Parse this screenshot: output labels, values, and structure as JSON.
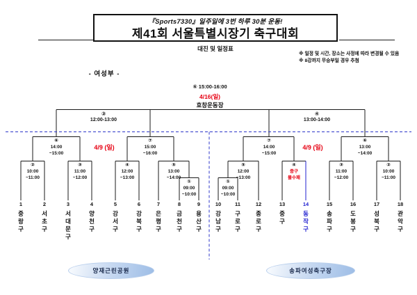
{
  "header": {
    "slogan": "『Sports7330』일주일에 3번 하루 30분 운동!",
    "title": "제41회 서울특별시장기 축구대회",
    "subtitle": "대진 및 일정표",
    "notes": [
      "※ 일정 및 시간, 장소는 사정에 따라 변경될 수 있음",
      "※ 8강까지 무승부일 경우 추첨"
    ],
    "division": "- 여성부 -"
  },
  "matches": {
    "final": {
      "id": "⑥",
      "time": "15:00-16:00",
      "date": "4/16(일)",
      "venue": "효창운동장"
    },
    "sf_left": {
      "id": "③",
      "time": "12:00-13:00"
    },
    "sf_right": {
      "id": "④",
      "time": "13:00-14:00"
    },
    "qf": [
      {
        "id": "⑥",
        "t1": "14:00",
        "t2": "~15:00"
      },
      {
        "id": "⑦",
        "t1": "15:00",
        "t2": "~16:00"
      },
      {
        "id": "⑦",
        "t1": "14:00",
        "t2": "~15:00"
      },
      {
        "id": "⑥",
        "t1": "13:00",
        "t2": "~14:00"
      }
    ],
    "r1": [
      {
        "id": "②",
        "t1": "10:00",
        "t2": "~11:00"
      },
      {
        "id": "③",
        "t1": "11:00",
        "t2": "~12:00"
      },
      {
        "id": "④",
        "t1": "12:00",
        "t2": "~13:00"
      },
      {
        "id": "⑤",
        "t1": "13:00",
        "t2": "~14:00"
      },
      {
        "id": "①",
        "t1": "09:00",
        "t2": "~10:00"
      },
      {
        "id": "⑤",
        "t1": "12:00",
        "t2": "~13:00"
      },
      {
        "id": "①",
        "t1": "09:00",
        "t2": "~10:00"
      },
      {
        "id": "④",
        "t1": "중구",
        "t2": "몰수패",
        "forfeit": true
      },
      {
        "id": "③",
        "t1": "11:00",
        "t2": "~12:00"
      },
      {
        "id": "②",
        "t1": "10:00",
        "t2": "~11:00"
      }
    ],
    "round_dates": {
      "left": "4/9 (일)",
      "right": "4/9 (일)"
    }
  },
  "teams": [
    {
      "no": "1",
      "name": "중랑구"
    },
    {
      "no": "2",
      "name": "서초구"
    },
    {
      "no": "3",
      "name": "서대문구"
    },
    {
      "no": "4",
      "name": "양천구"
    },
    {
      "no": "5",
      "name": "강서구"
    },
    {
      "no": "6",
      "name": "강북구"
    },
    {
      "no": "7",
      "name": "은평구"
    },
    {
      "no": "8",
      "name": "금천구"
    },
    {
      "no": "9",
      "name": "용산구"
    },
    {
      "no": "10",
      "name": "강남구"
    },
    {
      "no": "11",
      "name": "구로구"
    },
    {
      "no": "12",
      "name": "종로구"
    },
    {
      "no": "13",
      "name": "중구"
    },
    {
      "no": "14",
      "name": "동작구",
      "highlight": true
    },
    {
      "no": "15",
      "name": "송파구"
    },
    {
      "no": "16",
      "name": "도봉구"
    },
    {
      "no": "17",
      "name": "성북구"
    },
    {
      "no": "18",
      "name": "관악구"
    }
  ],
  "venues": {
    "left": "양재근린공원",
    "right": "송파여성축구장"
  },
  "colors": {
    "red": "#e60012",
    "blue": "#1f1fd0",
    "line": "#1a1a1a",
    "dashed_divider": "#2b35c9"
  }
}
